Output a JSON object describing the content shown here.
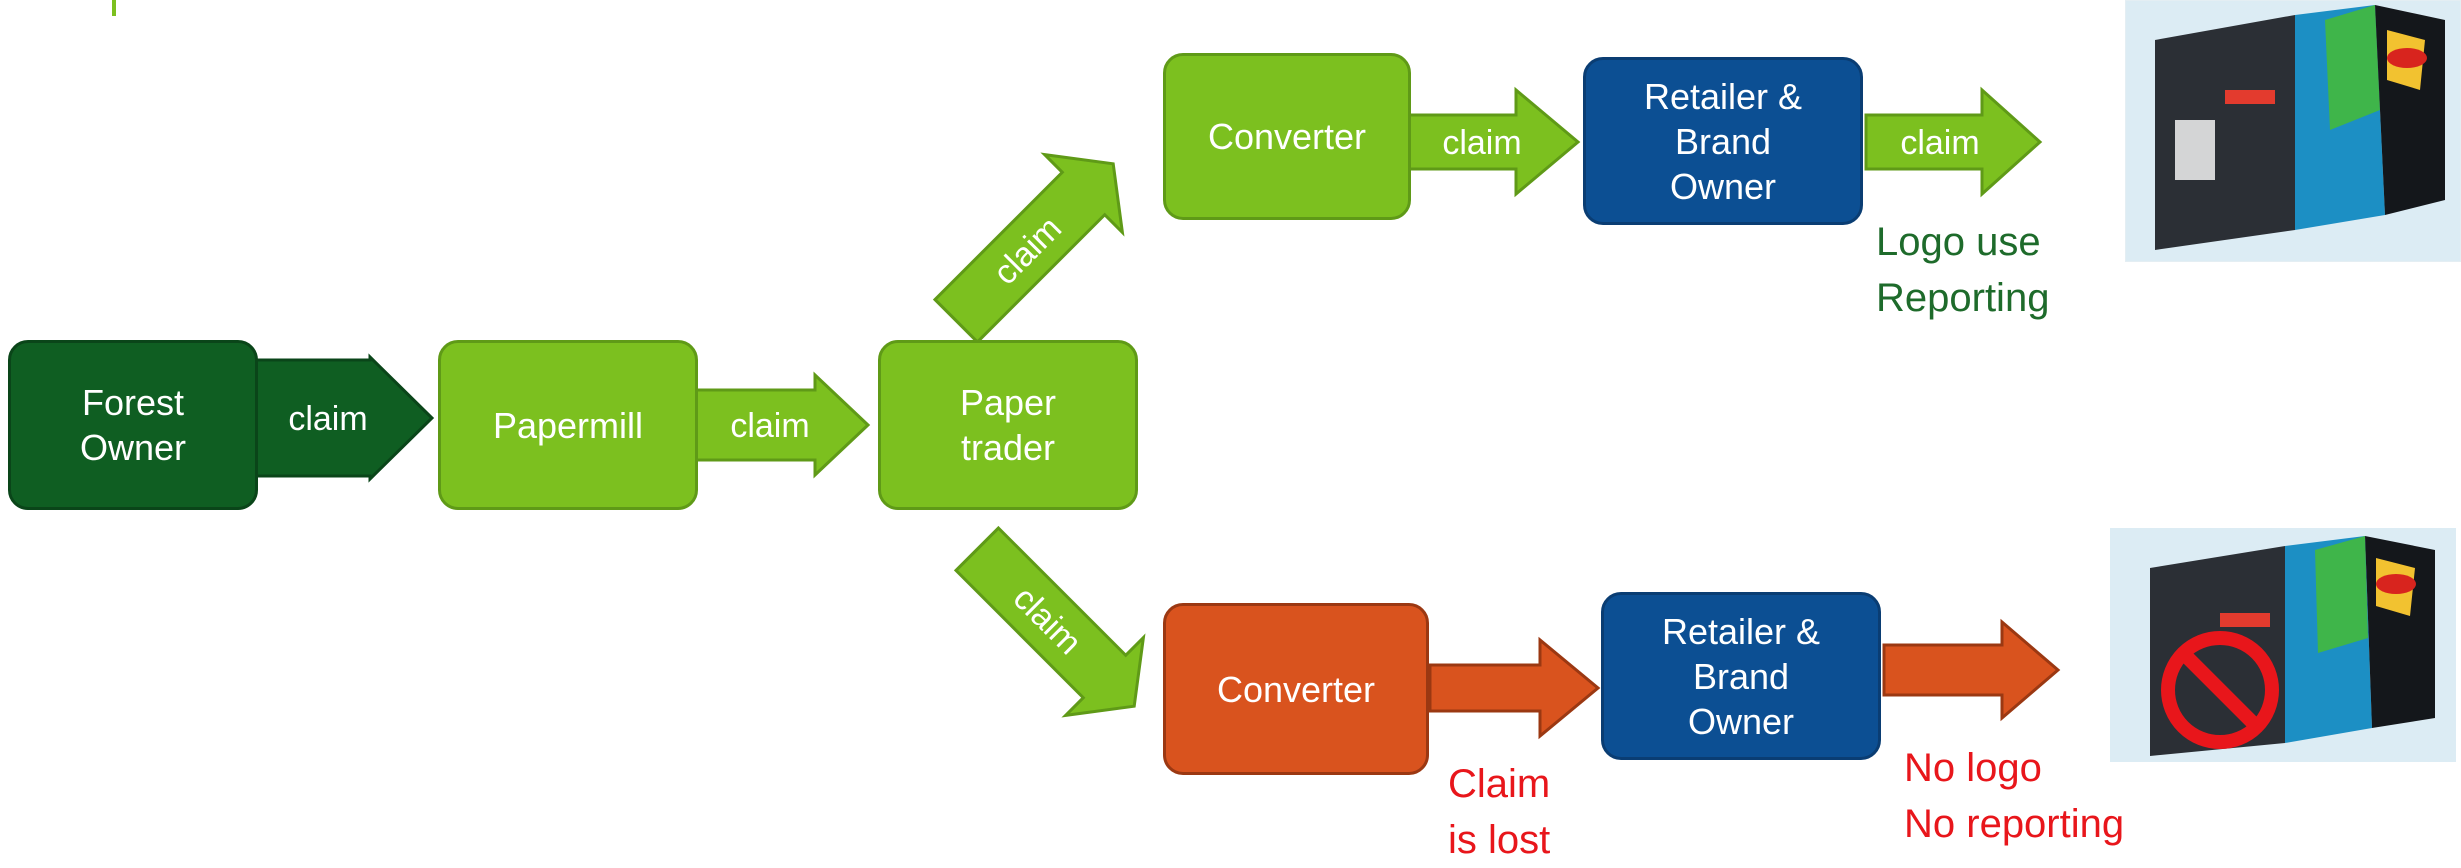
{
  "colors": {
    "forest": "#0f5e22",
    "green": "#7cc01f",
    "blue": "#0c4f93",
    "orange": "#d9531e",
    "note_green": "#1e6b2b",
    "note_red": "#e8161b"
  },
  "nodes": {
    "forest_owner": "Forest\nOwner",
    "papermill": "Papermill",
    "paper_trader": "Paper\ntrader",
    "converter_top": "Converter",
    "retailer_top": "Retailer &\nBrand\nOwner",
    "converter_bottom": "Converter",
    "retailer_bottom": "Retailer &\nBrand\nOwner"
  },
  "arrow_labels": {
    "forest_to_papermill": "claim",
    "papermill_to_trader": "claim",
    "trader_to_converter_top": "claim",
    "converter_top_to_retailer": "claim",
    "retailer_top_out": "claim",
    "trader_to_converter_bottom": "claim"
  },
  "notes": {
    "top_outcome": "Logo use\nReporting",
    "claim_lost": "Claim\nis lost",
    "bottom_outcome": "No logo\nNo reporting"
  },
  "icons": {
    "package_image": "tea-package-photo",
    "prohibited_symbol": "no-logo-prohibited-icon"
  }
}
